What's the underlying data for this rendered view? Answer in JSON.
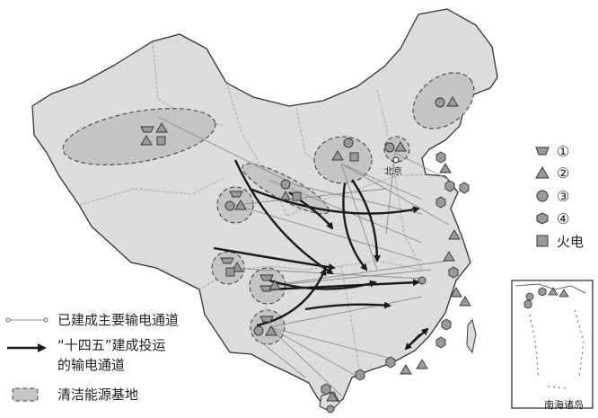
{
  "labels": {
    "beijing": "北京",
    "inset": "南海诸岛"
  },
  "symbol_legend": [
    {
      "shape": "trapezoid",
      "label": "①"
    },
    {
      "shape": "triangle",
      "label": "②"
    },
    {
      "shape": "circle",
      "label": "③"
    },
    {
      "shape": "hexagon",
      "label": "④"
    },
    {
      "shape": "square",
      "label": "火电"
    }
  ],
  "line_legend": {
    "built": "已建成主要输电通道",
    "planned_line1": "“十四五”建成投运",
    "planned_line2": "的输电通道",
    "base": "清洁能源基地"
  },
  "colors": {
    "outline": "#333333",
    "fill": "#d6d6d6",
    "base_fill": "#c4c4c4",
    "symbol": "#9a9a9a",
    "built_line": "#8c8c8c",
    "arrow": "#1a1a1a"
  }
}
